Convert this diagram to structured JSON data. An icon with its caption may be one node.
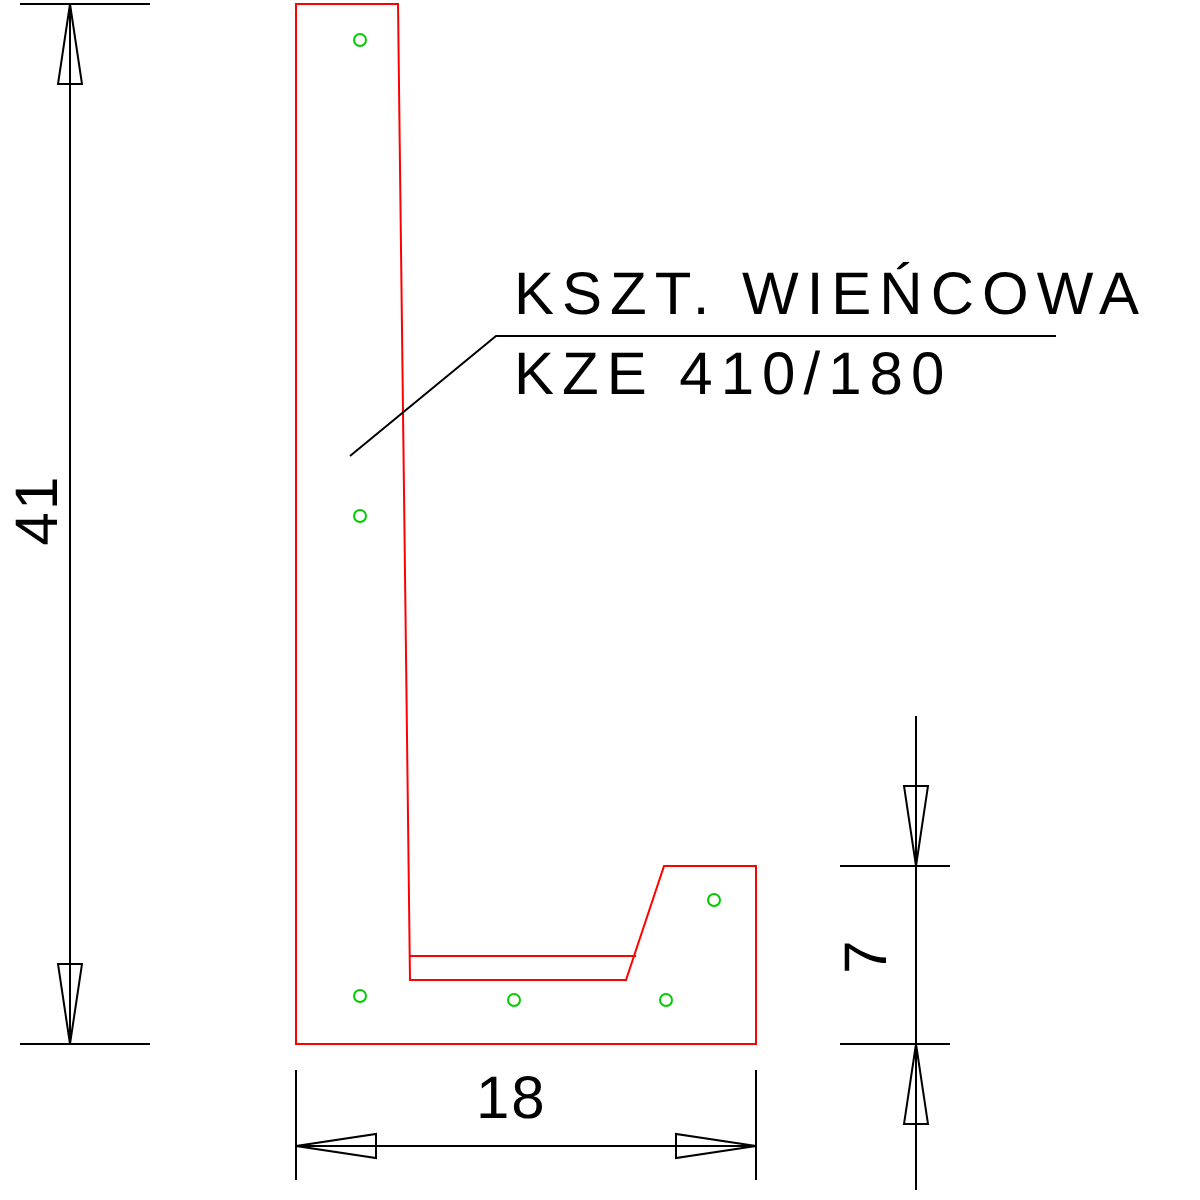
{
  "diagram": {
    "nodes": [
      {
        "text": [
          "KSZT. WIEŃCOWA",
          "KZE 410/180"
        ]
      },
      {
        "text": [],
        "shape": "picture"
      }
    ],
    "edges": [
      {
        "from": 0,
        "to": 1,
        "arrow": "none"
      }
    ],
    "labels": [
      "41",
      "18",
      "7"
    ]
  }
}
